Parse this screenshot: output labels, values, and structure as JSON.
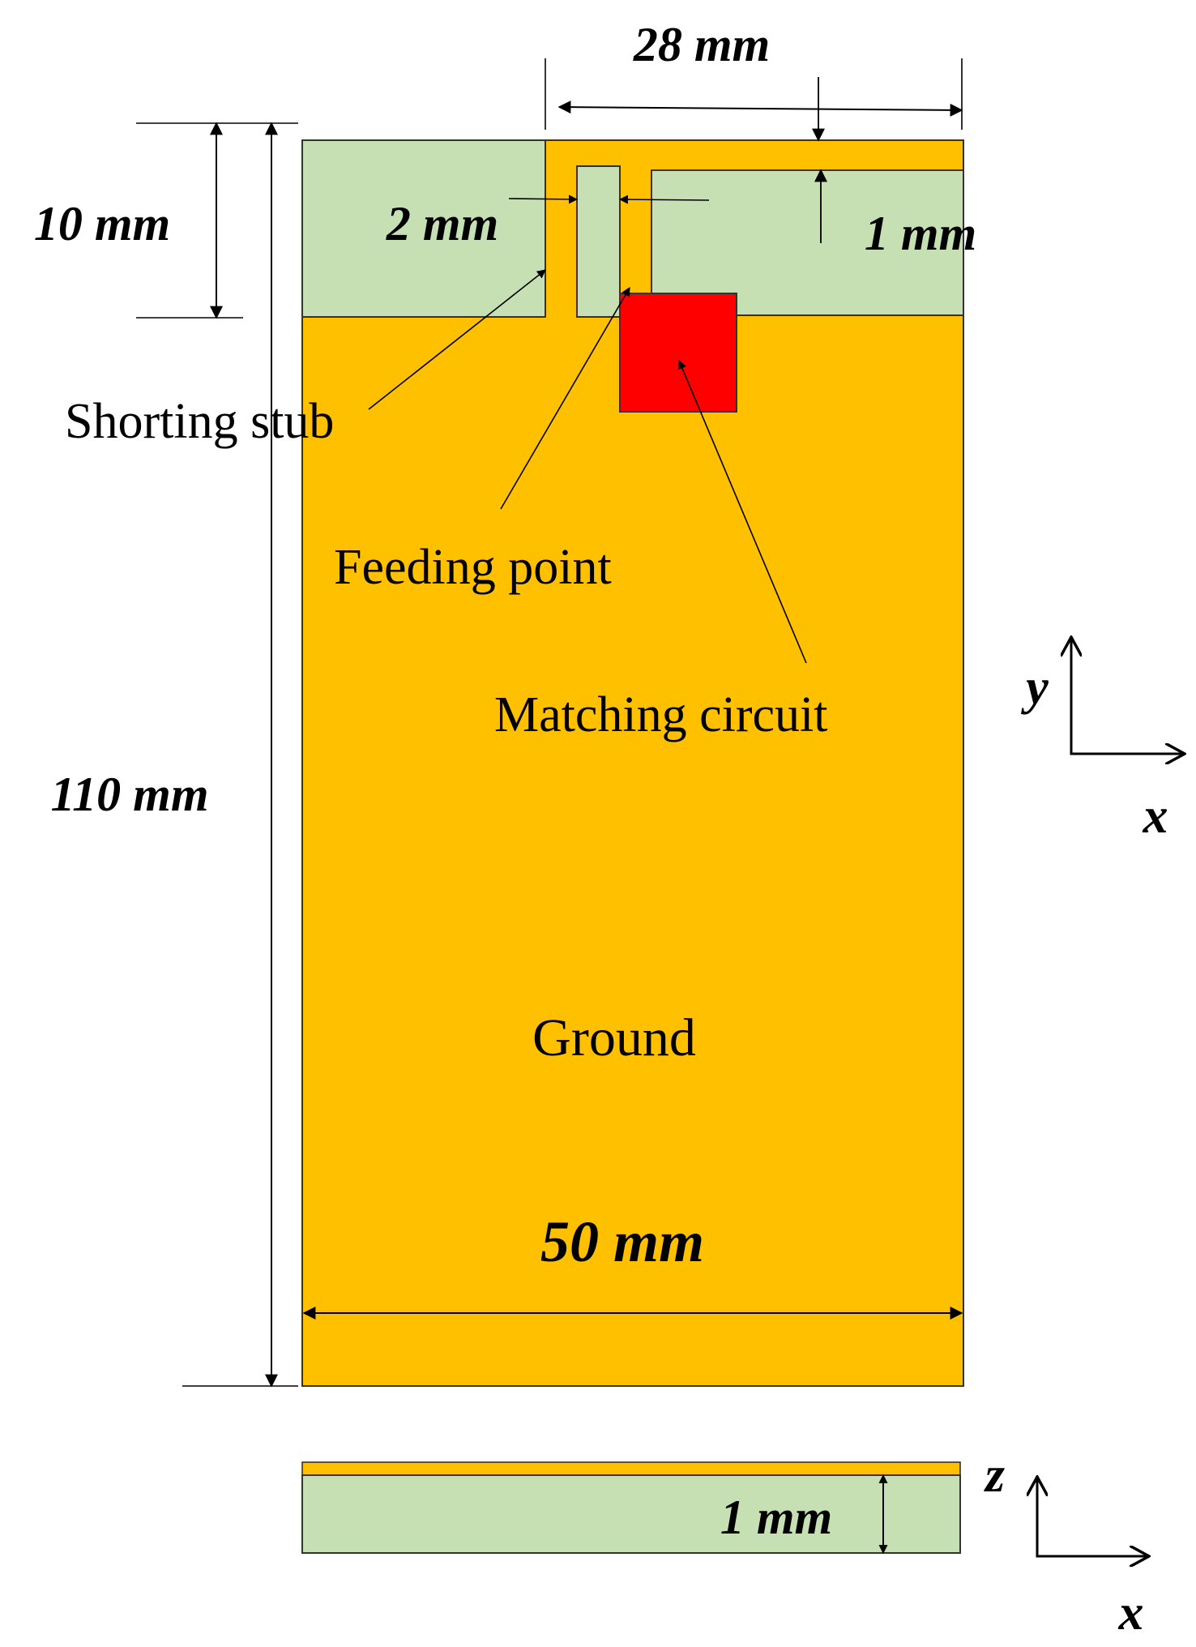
{
  "dimensions": {
    "ant_width": "28 mm",
    "top_height": "10 mm",
    "gap": "2 mm",
    "strip": "1 mm",
    "total_height": "110 mm",
    "board_width": "50 mm",
    "thickness": "1 mm"
  },
  "labels": {
    "shorting_stub": "Shorting stub",
    "feeding_point": "Feeding point",
    "matching_circuit": "Matching circuit",
    "ground": "Ground"
  },
  "axes_top": {
    "y": "y",
    "x": "x"
  },
  "axes_side": {
    "z": "z",
    "x": "x"
  },
  "colors": {
    "ground": "#ffc000",
    "substrate": "#c6e0b4",
    "matching_circuit": "#ff0000"
  }
}
